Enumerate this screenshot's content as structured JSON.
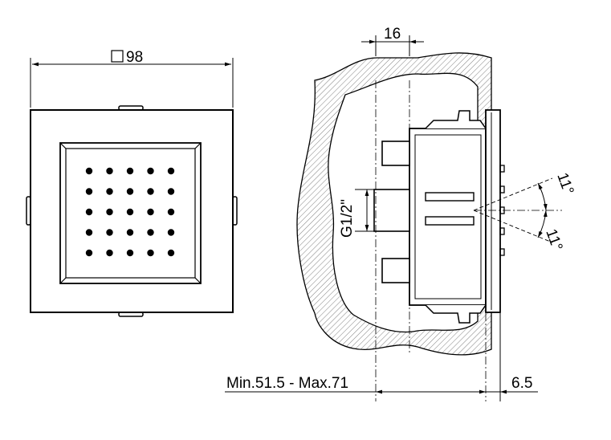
{
  "dimensions": {
    "width_label": "98",
    "depth_label": "16",
    "thread_label": "G1/2\"",
    "install_range_label": "Min.51.5 - Max.71",
    "plate_thickness_label": "6.5",
    "angle_up_label": "11°",
    "angle_down_label": "11°"
  },
  "nozzle_grid": {
    "rows": 5,
    "cols": 5
  },
  "colors": {
    "line": "#000000",
    "hatch": "#777777",
    "background": "#ffffff"
  }
}
